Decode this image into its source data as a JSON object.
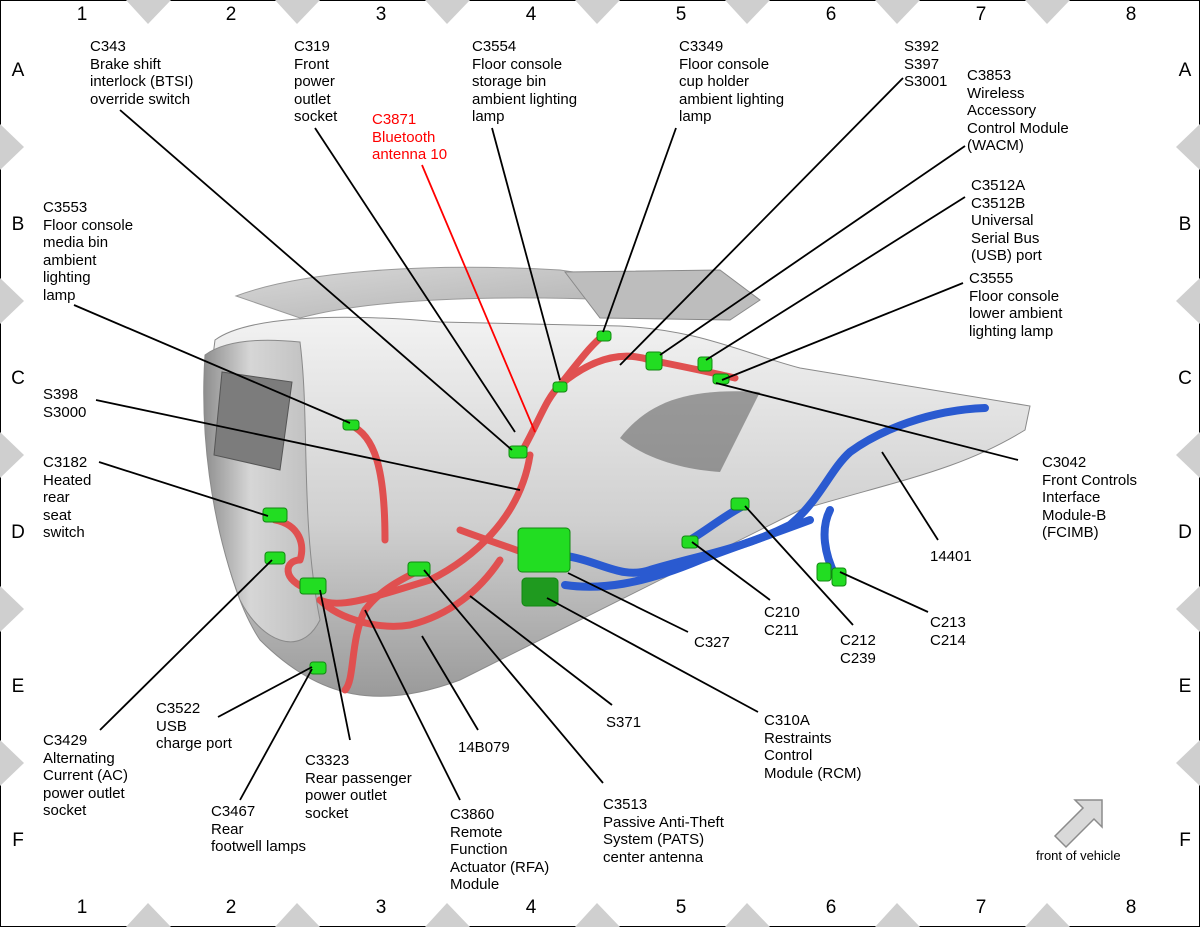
{
  "colors": {
    "harness_front": "#e05050",
    "harness_rear": "#2a5ad0",
    "connector": "#22dd22",
    "callout_line": "#000000",
    "alert_text": "#ff0000",
    "console_body": "#c8c8c8",
    "border_triangle": "#cfcfcf"
  },
  "grid": {
    "columns": [
      "1",
      "2",
      "3",
      "4",
      "5",
      "6",
      "7",
      "8"
    ],
    "rows": [
      "A",
      "B",
      "C",
      "D",
      "E",
      "F"
    ]
  },
  "components": [
    {
      "id": "c343",
      "lines": [
        "C343",
        "Brake shift",
        "interlock (BTSI)",
        "override switch"
      ]
    },
    {
      "id": "c319",
      "lines": [
        "C319",
        "Front",
        "power",
        "outlet",
        "socket"
      ]
    },
    {
      "id": "c3871",
      "lines": [
        "C3871",
        "Bluetooth",
        "antenna 10"
      ],
      "highlight": true
    },
    {
      "id": "c3554",
      "lines": [
        "C3554",
        "Floor console",
        "storage bin",
        "ambient lighting",
        "lamp"
      ]
    },
    {
      "id": "c3349",
      "lines": [
        "C3349",
        "Floor console",
        "cup holder",
        "ambient lighting",
        "lamp"
      ]
    },
    {
      "id": "s392",
      "lines": [
        "S392",
        "S397",
        "S3001"
      ]
    },
    {
      "id": "c3853",
      "lines": [
        "C3853",
        "Wireless",
        "Accessory",
        "Control Module",
        "(WACM)"
      ]
    },
    {
      "id": "c3512",
      "lines": [
        "C3512A",
        "C3512B",
        "Universal",
        "Serial Bus",
        "(USB) port"
      ]
    },
    {
      "id": "c3555",
      "lines": [
        "C3555",
        "Floor console",
        "lower ambient",
        "lighting lamp"
      ]
    },
    {
      "id": "c3553",
      "lines": [
        "C3553",
        "Floor console",
        "media bin",
        "ambient",
        "lighting",
        "lamp"
      ]
    },
    {
      "id": "s398",
      "lines": [
        "S398",
        "S3000"
      ]
    },
    {
      "id": "c3182",
      "lines": [
        "C3182",
        "Heated",
        "rear",
        "seat",
        "switch"
      ]
    },
    {
      "id": "c3042",
      "lines": [
        "C3042",
        "Front Controls",
        "Interface",
        "Module-B",
        "(FCIMB)"
      ]
    },
    {
      "id": "h14401",
      "lines": [
        "14401"
      ]
    },
    {
      "id": "c213",
      "lines": [
        "C213",
        "C214"
      ]
    },
    {
      "id": "c212",
      "lines": [
        "C212",
        "C239"
      ]
    },
    {
      "id": "c210",
      "lines": [
        "C210",
        "C211"
      ]
    },
    {
      "id": "c327",
      "lines": [
        "C327"
      ]
    },
    {
      "id": "c310a",
      "lines": [
        "C310A",
        "Restraints",
        "Control",
        "Module (RCM)"
      ]
    },
    {
      "id": "s371",
      "lines": [
        "S371"
      ]
    },
    {
      "id": "c3513",
      "lines": [
        "C3513",
        "Passive Anti-Theft",
        "System (PATS)",
        "center antenna"
      ]
    },
    {
      "id": "h14b079",
      "lines": [
        "14B079"
      ]
    },
    {
      "id": "c3860",
      "lines": [
        "C3860",
        "Remote",
        "Function",
        "Actuator (RFA)",
        "Module"
      ]
    },
    {
      "id": "c3323",
      "lines": [
        "C3323",
        "Rear passenger",
        "power outlet",
        "socket"
      ]
    },
    {
      "id": "c3522",
      "lines": [
        "C3522",
        "USB",
        "charge port"
      ]
    },
    {
      "id": "c3429",
      "lines": [
        "C3429",
        "Alternating",
        "Current (AC)",
        "power outlet",
        "socket"
      ]
    },
    {
      "id": "c3467",
      "lines": [
        "C3467",
        "Rear",
        "footwell lamps"
      ]
    }
  ],
  "orientation": {
    "label": "front of vehicle",
    "icon": "arrow-icon"
  }
}
